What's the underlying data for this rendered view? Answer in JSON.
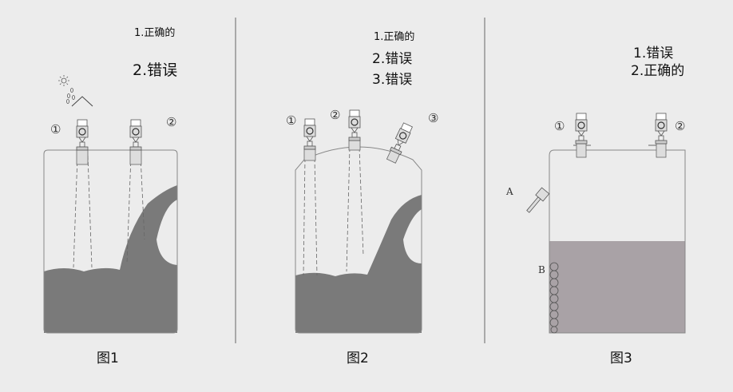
{
  "figure1": {
    "caption": "图1",
    "notes": [
      "1.正确的",
      "2.错误"
    ],
    "markers": [
      "①",
      "②"
    ],
    "icons": [
      "sun-icon",
      "rain-drops-icon",
      "sunshade-cover-icon",
      "radar-level-sensor-icon"
    ]
  },
  "figure2": {
    "caption": "图2",
    "notes": [
      "1.正确的",
      "2.错误",
      "3.错误"
    ],
    "markers": [
      "①",
      "②",
      "③"
    ]
  },
  "figure3": {
    "caption": "图3",
    "notes": [
      "1.错误",
      "2.正确的"
    ],
    "markers": [
      "①",
      "②"
    ],
    "labels": [
      "A",
      "B"
    ]
  },
  "colors": {
    "background": "#ececec",
    "liquid_dark": "#7a7a7a",
    "liquid_light": "#a9a2a6",
    "line": "#777777"
  }
}
